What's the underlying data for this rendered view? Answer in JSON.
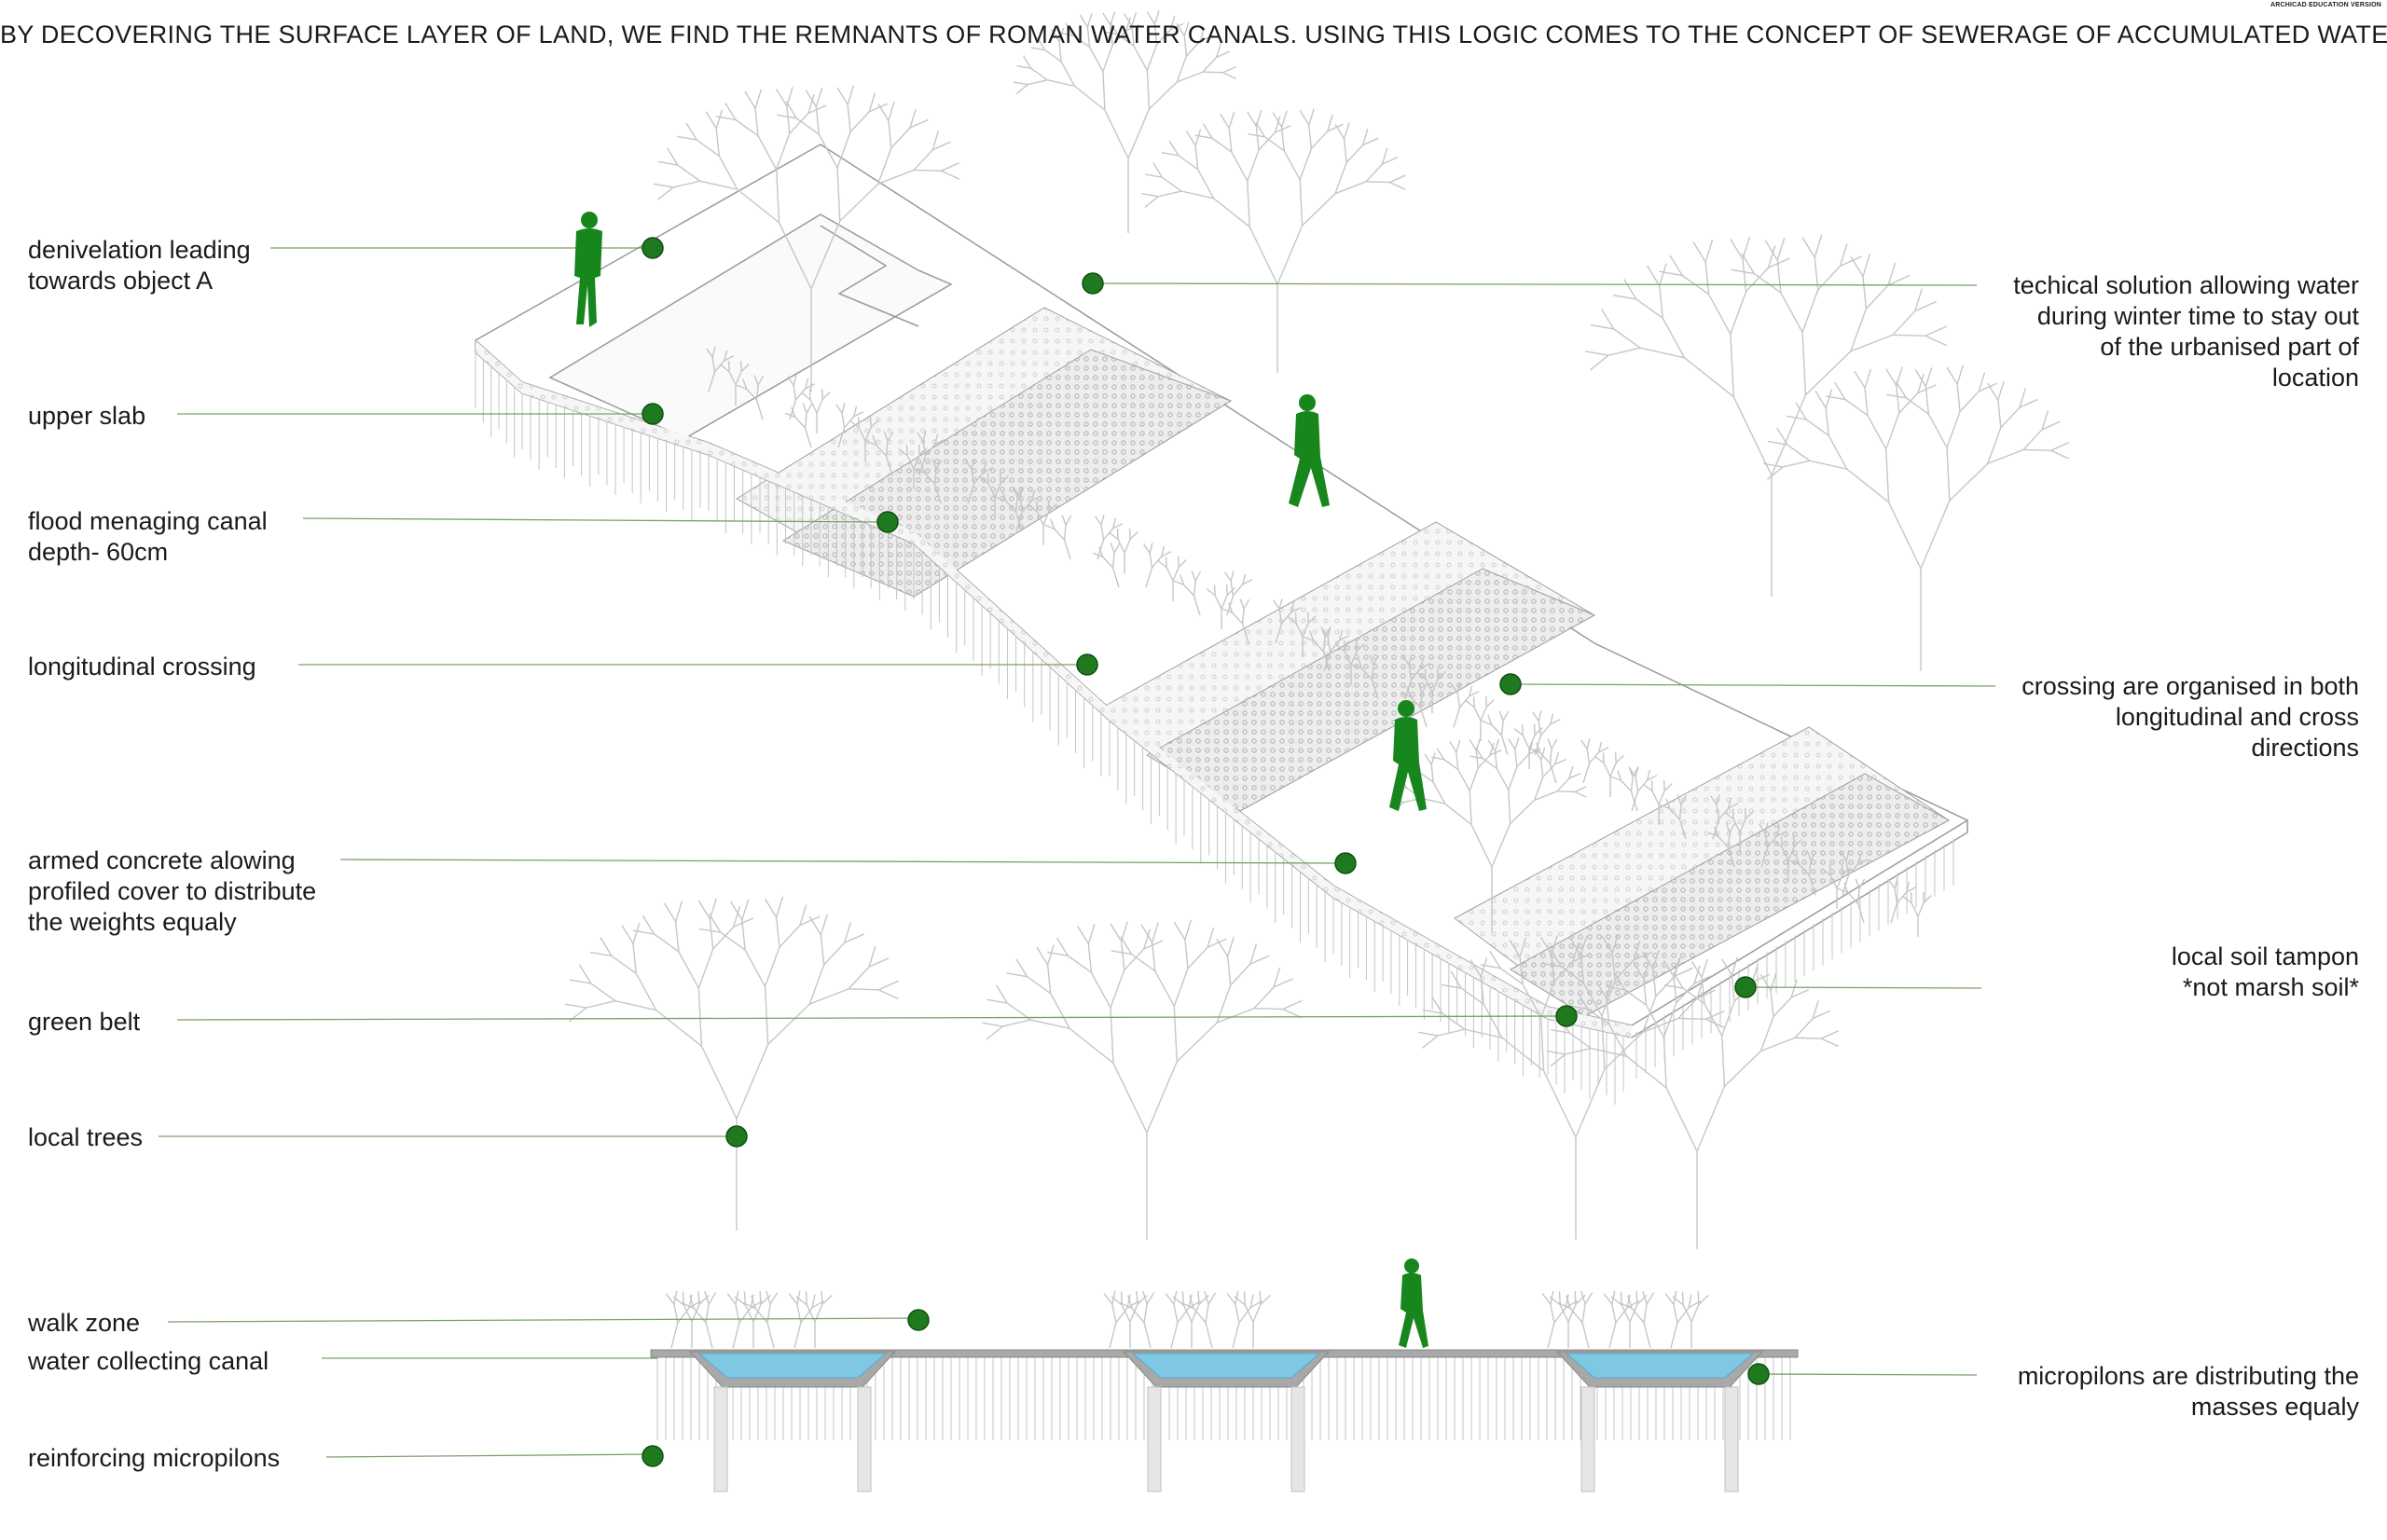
{
  "headline": "BY DECOVERING THE SURFACE LAYER OF LAND, WE FIND THE REMNANTS OF ROMAN WATER CANALS. USING THIS LOGIC COMES TO THE CONCEPT OF SEWERAGE OF ACCUMULATED WATER.",
  "watermark": "ARCHICAD EDUCATION VERSION",
  "labels": {
    "denivelation": "denivelation leading\ntowards object A",
    "upper_slab": "upper slab",
    "flood_canal": "flood menaging canal\ndepth- 60cm",
    "longitudinal": "longitudinal crossing",
    "armed_concrete": "armed concrete alowing\nprofiled cover to distribute\nthe weights equaly",
    "green_belt": "green belt",
    "local_trees": "local trees",
    "walk_zone": "walk zone",
    "water_canal": "water collecting canal",
    "micropilons": "reinforcing micropilons",
    "technical_solution": "techical solution allowing water\nduring winter time to stay out\nof the urbanised part of\nlocation",
    "crossings": "crossing are organised in both\nlongitudinal and cross\ndirections",
    "local_soil": "local soil tampon\n*not marsh soil*",
    "micropilons_distributing": "micropilons are distributing the\nmasses equaly"
  },
  "colors": {
    "marker": "#1f7a1f",
    "figure": "#17861c",
    "leader": "#7aa06e",
    "water": "#7ec8e3",
    "concrete": "#a8a8a8",
    "tree": "#bdbdbd"
  }
}
